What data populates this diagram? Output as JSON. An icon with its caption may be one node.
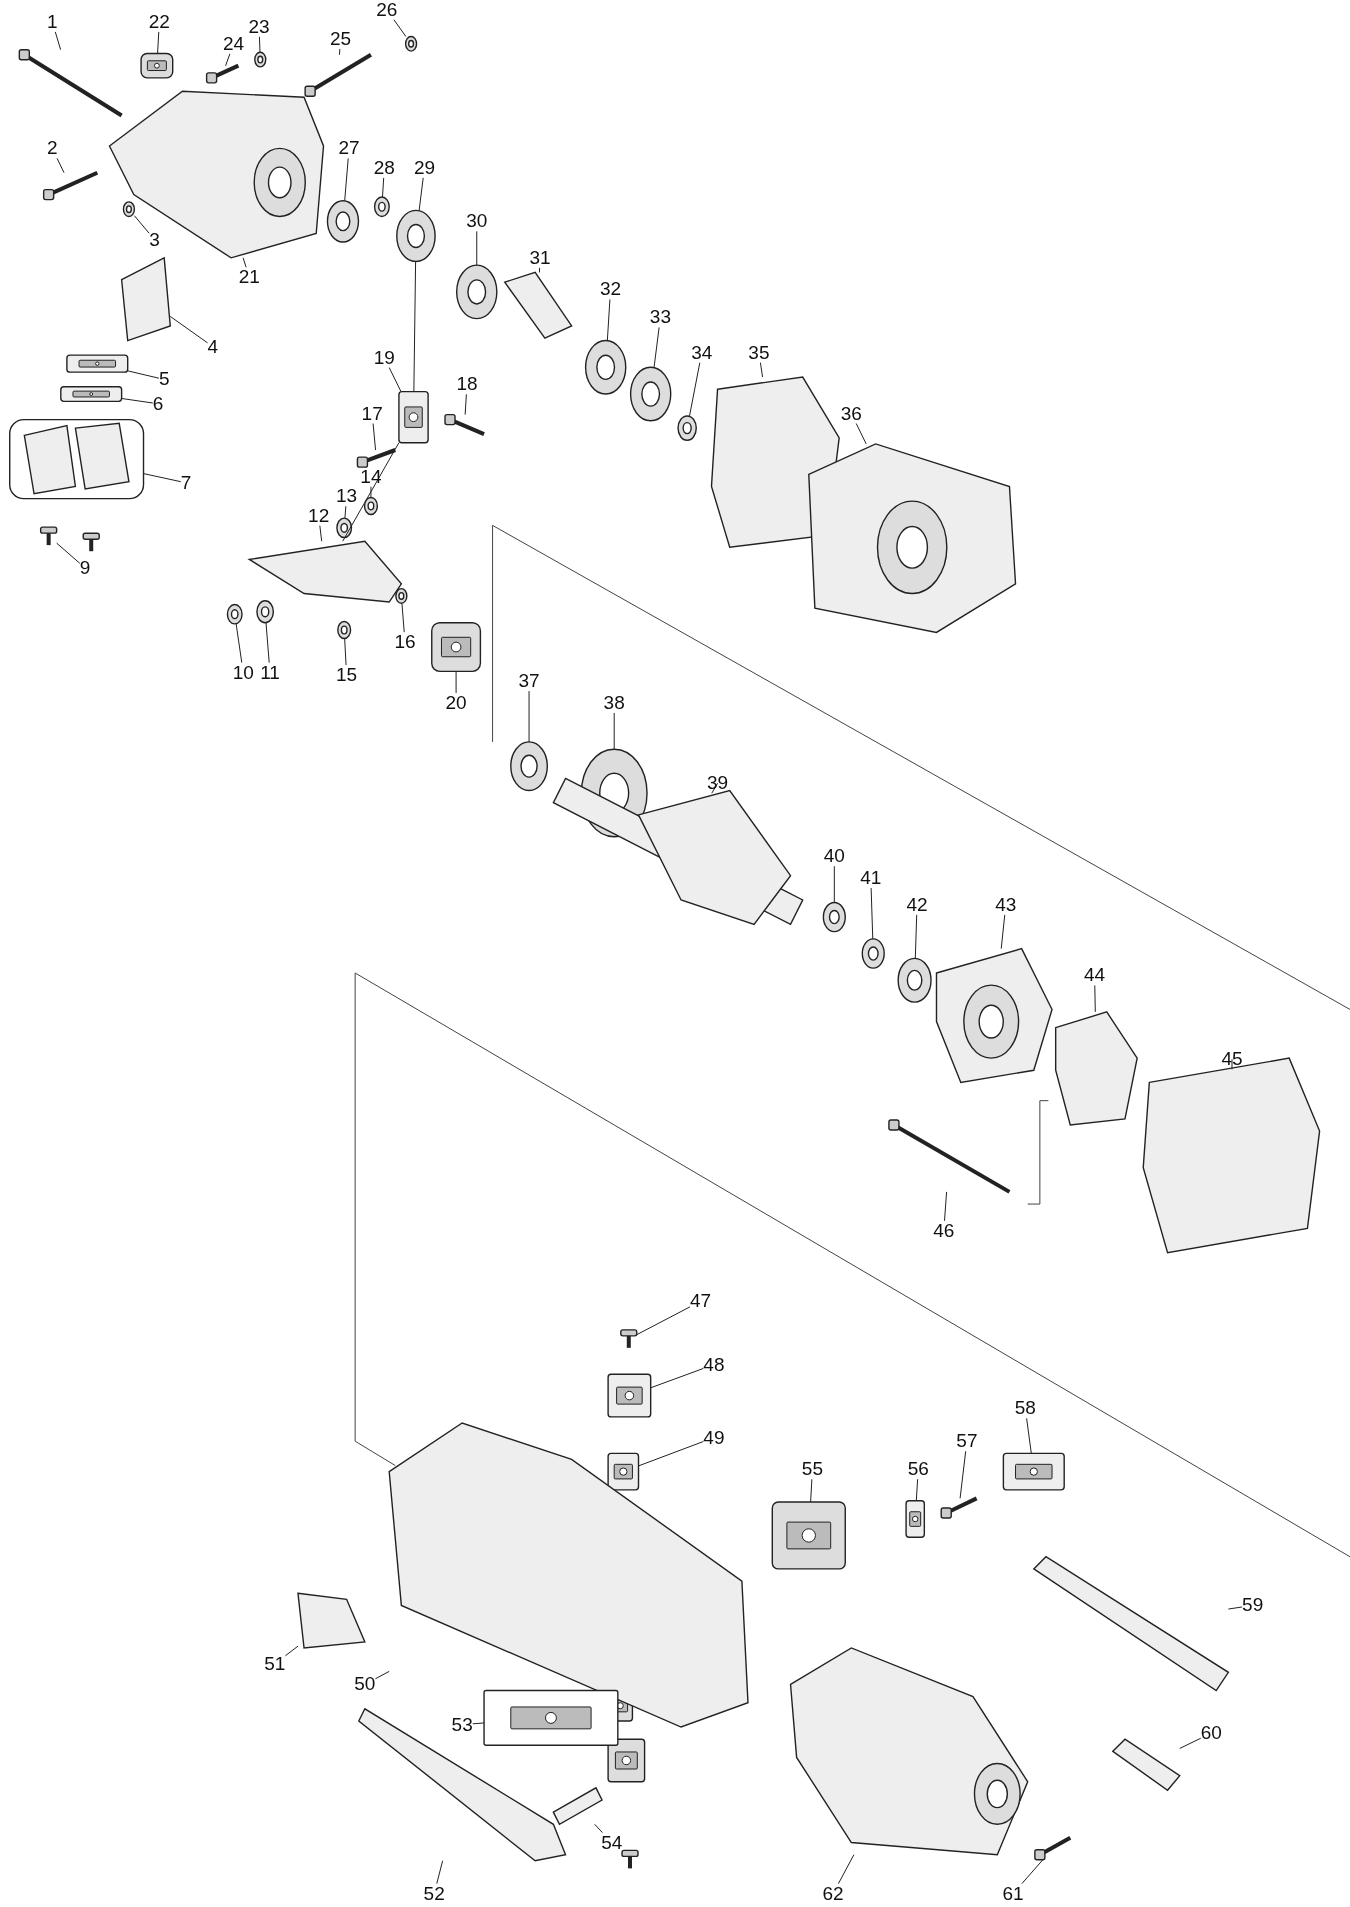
{
  "diagram": {
    "nodes": [
      {
        "text": [
          "1"
        ]
      },
      {
        "text": [
          "2"
        ]
      },
      {
        "text": [
          "3"
        ]
      },
      {
        "text": [
          "4"
        ]
      },
      {
        "text": [
          "5"
        ]
      },
      {
        "text": [
          "6"
        ]
      },
      {
        "text": [
          "7"
        ]
      },
      {
        "text": [
          "9"
        ]
      },
      {
        "text": [
          "10"
        ]
      },
      {
        "text": [
          "11"
        ]
      },
      {
        "text": [
          "12"
        ]
      },
      {
        "text": [
          "13"
        ]
      },
      {
        "text": [
          "14"
        ]
      },
      {
        "text": [
          "15"
        ]
      },
      {
        "text": [
          "16"
        ]
      },
      {
        "text": [
          "17"
        ]
      },
      {
        "text": [
          "18"
        ]
      },
      {
        "text": [
          "19"
        ]
      },
      {
        "text": [
          "20"
        ]
      },
      {
        "text": [
          "21"
        ]
      },
      {
        "text": [
          "22"
        ]
      },
      {
        "text": [
          "23"
        ]
      },
      {
        "text": [
          "24"
        ]
      },
      {
        "text": [
          "25"
        ]
      },
      {
        "text": [
          "26"
        ]
      },
      {
        "text": [
          "27"
        ]
      },
      {
        "text": [
          "28"
        ]
      },
      {
        "text": [
          "29"
        ]
      },
      {
        "text": [
          "30"
        ]
      },
      {
        "text": [
          "31"
        ]
      },
      {
        "text": [
          "32"
        ]
      },
      {
        "text": [
          "33"
        ]
      },
      {
        "text": [
          "34"
        ]
      },
      {
        "text": [
          "35"
        ]
      },
      {
        "text": [
          "36"
        ]
      },
      {
        "text": [
          "37"
        ]
      },
      {
        "text": [
          "38"
        ]
      },
      {
        "text": [
          "39"
        ]
      },
      {
        "text": [
          "40"
        ]
      },
      {
        "text": [
          "41"
        ]
      },
      {
        "text": [
          "42"
        ]
      },
      {
        "text": [
          "43"
        ]
      },
      {
        "text": [
          "44"
        ]
      },
      {
        "text": [
          "45"
        ]
      },
      {
        "text": [
          "46"
        ]
      },
      {
        "text": [
          "47"
        ]
      },
      {
        "text": [
          "48"
        ]
      },
      {
        "text": [
          "49"
        ]
      },
      {
        "text": [
          "50"
        ]
      },
      {
        "text": [
          "51"
        ]
      },
      {
        "text": [
          "52"
        ]
      },
      {
        "text": [
          "53"
        ]
      },
      {
        "text": [
          "54"
        ]
      },
      {
        "text": [
          "55"
        ]
      },
      {
        "text": [
          "56"
        ]
      },
      {
        "text": [
          "57"
        ]
      },
      {
        "text": [
          "58"
        ]
      },
      {
        "text": [
          "59"
        ]
      },
      {
        "text": [
          "60"
        ]
      },
      {
        "text": [
          "61"
        ]
      },
      {
        "text": [
          "62"
        ]
      },
      {
        "text": [],
        "shape": "picture"
      },
      {
        "text": [],
        "shape": "picture"
      },
      {
        "text": [],
        "shape": "picture"
      },
      {
        "text": [],
        "shape": "picture"
      },
      {
        "text": [],
        "shape": "picture"
      },
      {
        "text": [],
        "shape": "picture"
      },
      {
        "text": [],
        "shape": "picture"
      },
      {
        "text": [],
        "shape": "picture"
      },
      {
        "text": [],
        "shape": "picture"
      },
      {
        "text": [],
        "shape": "picture"
      },
      {
        "text": [],
        "shape": "picture"
      },
      {
        "text": [],
        "shape": "picture"
      },
      {
        "text": [],
        "shape": "picture"
      },
      {
        "text": [],
        "shape": "picture"
      },
      {
        "text": [],
        "shape": "picture"
      },
      {
        "text": [],
        "shape": "picture"
      },
      {
        "text": [],
        "shape": "picture"
      },
      {
        "text": [],
        "shape": "picture"
      },
      {
        "text": [],
        "shape": "picture"
      },
      {
        "text": [],
        "shape": "picture"
      },
      {
        "text": [],
        "shape": "picture"
      },
      {
        "text": [],
        "shape": "picture"
      },
      {
        "text": [],
        "shape": "picture"
      },
      {
        "text": [],
        "shape": "picture"
      },
      {
        "text": [],
        "shape": "picture"
      },
      {
        "text": [],
        "shape": "picture"
      },
      {
        "text": [],
        "shape": "picture"
      },
      {
        "text": [],
        "shape": "picture"
      },
      {
        "text": [],
        "shape": "picture"
      },
      {
        "text": [],
        "shape": "picture"
      },
      {
        "text": [],
        "shape": "picture"
      },
      {
        "text": [],
        "shape": "picture"
      },
      {
        "text": [],
        "shape": "picture"
      },
      {
        "text": [],
        "shape": "picture"
      },
      {
        "text": [],
        "shape": "picture"
      },
      {
        "text": [],
        "shape": "picture"
      },
      {
        "text": [],
        "shape": "picture"
      },
      {
        "text": [],
        "shape": "picture"
      },
      {
        "text": [],
        "shape": "picture"
      },
      {
        "text": [],
        "shape": "picture"
      },
      {
        "text": [],
        "shape": "picture"
      },
      {
        "text": [],
        "shape": "picture"
      },
      {
        "text": [],
        "shape": "picture"
      },
      {
        "text": [],
        "shape": "picture"
      },
      {
        "text": [],
        "shape": "picture"
      },
      {
        "text": [],
        "shape": "picture"
      },
      {
        "text": [],
        "shape": "picture"
      },
      {
        "text": [],
        "shape": "picture"
      },
      {
        "text": [],
        "shape": "picture"
      },
      {
        "text": [],
        "shape": "picture"
      },
      {
        "text": [],
        "shape": "picture"
      },
      {
        "text": [],
        "shape": "picture"
      },
      {
        "text": [],
        "shape": "picture"
      },
      {
        "text": [],
        "shape": "picture"
      },
      {
        "text": [],
        "shape": "picture"
      },
      {
        "text": [],
        "shape": "picture"
      },
      {
        "text": [],
        "shape": "picture"
      },
      {
        "text": [],
        "shape": "picture"
      },
      {
        "text": [],
        "shape": "picture"
      },
      {
        "text": [],
        "shape": "picture"
      },
      {
        "text": [],
        "shape": "picture"
      }
    ],
    "edges": [
      {
        "from": 0,
        "to": 61,
        "arrow": "none"
      },
      {
        "from": 1,
        "to": 62,
        "arrow": "none"
      },
      {
        "from": 2,
        "to": 63,
        "arrow": "none"
      },
      {
        "from": 3,
        "to": 64,
        "arrow": "none"
      },
      {
        "from": 4,
        "to": 65,
        "arrow": "none"
      },
      {
        "from": 5,
        "to": 66,
        "arrow": "none"
      },
      {
        "from": 6,
        "to": 67,
        "arrow": "none"
      },
      {
        "from": 7,
        "to": 68,
        "arrow": "none"
      },
      {
        "from": 8,
        "to": 69,
        "arrow": "none"
      },
      {
        "from": 9,
        "to": 70,
        "arrow": "none"
      },
      {
        "from": 10,
        "to": 71,
        "arrow": "none"
      },
      {
        "from": 11,
        "to": 72,
        "arrow": "none"
      },
      {
        "from": 12,
        "to": 73,
        "arrow": "none"
      },
      {
        "from": 13,
        "to": 74,
        "arrow": "none"
      },
      {
        "from": 14,
        "to": 75,
        "arrow": "none"
      },
      {
        "from": 15,
        "to": 76,
        "arrow": "none"
      },
      {
        "from": 16,
        "to": 77,
        "arrow": "none"
      },
      {
        "from": 17,
        "to": 78,
        "arrow": "none"
      },
      {
        "from": 18,
        "to": 79,
        "arrow": "none"
      },
      {
        "from": 19,
        "to": 80,
        "arrow": "none"
      },
      {
        "from": 20,
        "to": 81,
        "arrow": "none"
      },
      {
        "from": 21,
        "to": 82,
        "arrow": "none"
      },
      {
        "from": 22,
        "to": 83,
        "arrow": "none"
      },
      {
        "from": 23,
        "to": 84,
        "arrow": "none"
      },
      {
        "from": 24,
        "to": 85,
        "arrow": "none"
      },
      {
        "from": 25,
        "to": 86,
        "arrow": "none"
      },
      {
        "from": 26,
        "to": 87,
        "arrow": "none"
      },
      {
        "from": 27,
        "to": 88,
        "arrow": "none"
      },
      {
        "from": 28,
        "to": 89,
        "arrow": "none"
      },
      {
        "from": 29,
        "to": 90,
        "arrow": "none"
      },
      {
        "from": 30,
        "to": 91,
        "arrow": "none"
      },
      {
        "from": 31,
        "to": 92,
        "arrow": "none"
      },
      {
        "from": 32,
        "to": 93,
        "arrow": "none"
      },
      {
        "from": 33,
        "to": 94,
        "arrow": "none"
      },
      {
        "from": 34,
        "to": 95,
        "arrow": "none"
      },
      {
        "from": 35,
        "to": 96,
        "arrow": "none"
      },
      {
        "from": 36,
        "to": 97,
        "arrow": "none"
      },
      {
        "from": 37,
        "to": 98,
        "arrow": "none"
      },
      {
        "from": 38,
        "to": 99,
        "arrow": "none"
      },
      {
        "from": 39,
        "to": 100,
        "arrow": "none"
      },
      {
        "from": 40,
        "to": 101,
        "arrow": "none"
      },
      {
        "from": 41,
        "to": 102,
        "arrow": "none"
      },
      {
        "from": 42,
        "to": 103,
        "arrow": "none"
      },
      {
        "from": 43,
        "to": 104,
        "arrow": "none"
      },
      {
        "from": 44,
        "to": 105,
        "arrow": "none"
      },
      {
        "from": 45,
        "to": 106,
        "arrow": "none"
      },
      {
        "from": 46,
        "to": 107,
        "arrow": "none"
      },
      {
        "from": 47,
        "to": 108,
        "arrow": "none"
      },
      {
        "from": 48,
        "to": 109,
        "arrow": "none"
      },
      {
        "from": 49,
        "to": 110,
        "arrow": "none"
      },
      {
        "from": 50,
        "to": 111,
        "arrow": "none"
      },
      {
        "from": 51,
        "to": 112,
        "arrow": "none"
      },
      {
        "from": 52,
        "to": 113,
        "arrow": "none"
      },
      {
        "from": 53,
        "to": 114,
        "arrow": "none"
      },
      {
        "from": 54,
        "to": 115,
        "arrow": "none"
      },
      {
        "from": 55,
        "to": 116,
        "arrow": "none"
      },
      {
        "from": 56,
        "to": 117,
        "arrow": "none"
      },
      {
        "from": 57,
        "to": 118,
        "arrow": "none"
      },
      {
        "from": 58,
        "to": 119,
        "arrow": "none"
      },
      {
        "from": 59,
        "to": 120,
        "arrow": "none"
      },
      {
        "from": 60,
        "to": 121,
        "arrow": "none"
      },
      {
        "from": 88,
        "to": 78,
        "arrow": "none"
      },
      {
        "from": 78,
        "to": 71,
        "arrow": "none"
      }
    ]
  }
}
